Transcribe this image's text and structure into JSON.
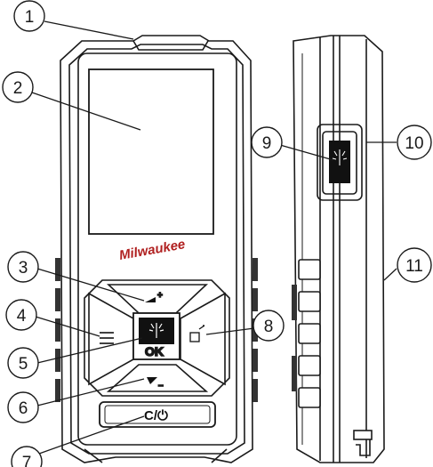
{
  "diagram": {
    "brand_logo_text": "Milwaukee",
    "button_labels": {
      "ok": "OK",
      "clear_power": "C/⏻"
    },
    "callouts": [
      {
        "number": "1"
      },
      {
        "number": "2"
      },
      {
        "number": "3"
      },
      {
        "number": "4"
      },
      {
        "number": "5"
      },
      {
        "number": "6"
      },
      {
        "number": "7"
      },
      {
        "number": "8"
      },
      {
        "number": "9"
      },
      {
        "number": "10"
      },
      {
        "number": "11"
      }
    ],
    "colors": {
      "outline": "#1a1a1a",
      "device_dark": "#333333",
      "brand_red": "#b01f1f"
    }
  }
}
